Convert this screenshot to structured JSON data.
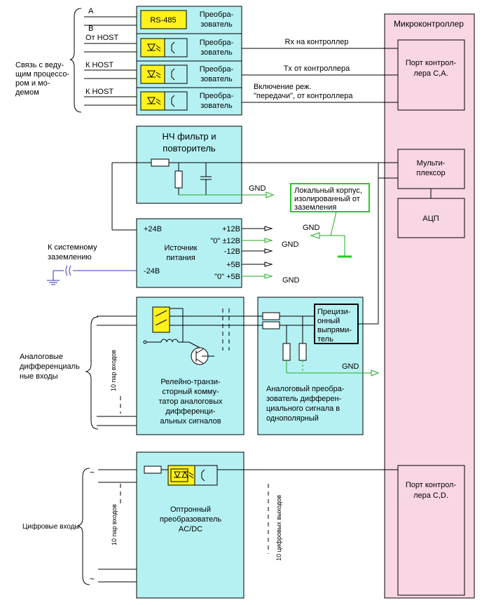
{
  "colors": {
    "block_fill": "#b5f1f3",
    "microcontroller_fill": "#f9d6e4",
    "optocoupler_fill": "#fff21a",
    "ground_line": "#22aa22",
    "system_ground_line": "#3333cc"
  },
  "microcontroller": {
    "title": "Микроконтроллер",
    "port_ca": [
      "Порт контрол-",
      "лера С,А."
    ],
    "mux": [
      "Мульти-",
      "плексор"
    ],
    "adc": "АЦП",
    "port_cd": [
      "Порт контрол-",
      "лера С,D."
    ]
  },
  "host_link": {
    "label": [
      "Связь с веду-",
      "щим процессо-",
      "ром и мо-",
      "демом"
    ],
    "wire_a": "A",
    "wire_b": "B",
    "from_host": "От HOST",
    "to_host_1": "К HOST",
    "to_host_2": "К HOST",
    "rs485": "RS-485",
    "converter": [
      "Преобра-",
      "зователь"
    ],
    "rx": "Rx на контроллер",
    "tx": "Tx от контроллера",
    "tx_enable": [
      "Включение реж.",
      "\"передачи\",  от контроллера"
    ]
  },
  "filter": {
    "title": [
      "НЧ фильтр и",
      "повторитель"
    ],
    "gnd": "GND"
  },
  "local_case": {
    "label": [
      "Локальный корпус,",
      "изолированный от",
      "заземления"
    ],
    "gnd": "GND"
  },
  "power": {
    "title": [
      "Источник",
      "питания"
    ],
    "in_plus": "+24В",
    "in_minus": "-24В",
    "out_p12": "+12В",
    "out_z12": "\"0\" ±12В",
    "out_m12": "-12В",
    "out_p5": "+5В",
    "out_z5": "\"0\" +5В",
    "gnd_1": "GND",
    "gnd_2": "GND",
    "system_ground": [
      "К системному",
      "заземлению"
    ]
  },
  "analog": {
    "label": [
      "Аналоговые",
      "дифференциаль",
      "ные входы"
    ],
    "pairs": "10 пар входов",
    "relay_block": [
      "Релейно-транзи-",
      "сторный комму-",
      "татор аналоговых",
      "дифференци-",
      "альных сигналов"
    ],
    "converter_block": [
      "Аналоговый преобра-",
      "зователь дифферен-",
      "циального сигнала в",
      "однополярный"
    ],
    "rectifier": [
      "Прецизи-",
      "онный",
      "выпрями-",
      "тель"
    ],
    "gnd": "GND"
  },
  "digital": {
    "label": "Цифровые входы",
    "pairs": "10 пар входов",
    "outputs": "10 цифровых выходов",
    "block": [
      "Оптронный",
      "преобразователь",
      "AC/DC"
    ]
  }
}
